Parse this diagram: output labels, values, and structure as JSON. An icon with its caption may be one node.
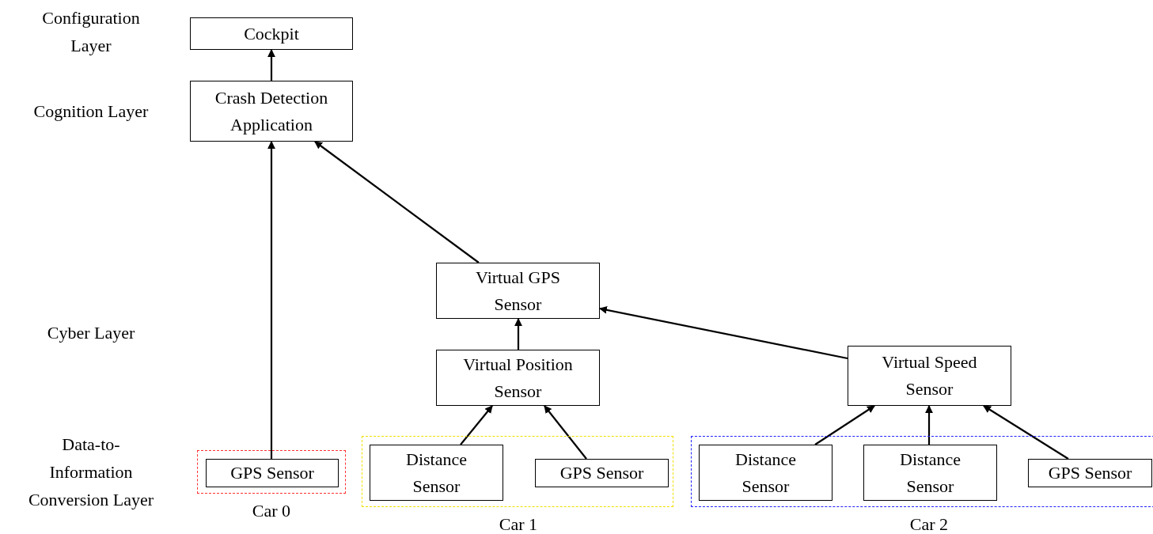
{
  "diagram": {
    "nodes": [
      {
        "text": [
          "Cockpit"
        ]
      },
      {
        "text": [
          "Crash Detection Application"
        ]
      },
      {
        "text": [
          "Virtual GPS Sensor"
        ]
      },
      {
        "text": [
          "Virtual Position Sensor"
        ]
      },
      {
        "text": [
          "Virtual Speed Sensor"
        ]
      },
      {
        "text": [],
        "shape": "box",
        "beside": [
          "Car 0"
        ]
      },
      {
        "text": [
          "GPS Sensor"
        ],
        "in": 5
      },
      {
        "text": [],
        "shape": "box",
        "beside": [
          "Car 1"
        ]
      },
      {
        "text": [
          "Distance Sensor"
        ],
        "in": 7
      },
      {
        "text": [
          "GPS Sensor"
        ],
        "in": 7
      },
      {
        "text": [],
        "shape": "box",
        "beside": [
          "Car 2"
        ]
      },
      {
        "text": [
          "Distance Sensor"
        ],
        "in": 10
      },
      {
        "text": [
          "Distance Sensor"
        ],
        "in": 10
      },
      {
        "text": [
          "GPS Sensor"
        ],
        "in": 10
      }
    ],
    "edges": [
      {
        "from": 1,
        "to": 0,
        "arrow": "to"
      },
      {
        "from": 6,
        "to": 1,
        "arrow": "to"
      },
      {
        "from": 2,
        "to": 1,
        "arrow": "to"
      },
      {
        "from": 4,
        "to": 2,
        "arrow": "to"
      },
      {
        "from": 3,
        "to": 2,
        "arrow": "to"
      },
      {
        "from": 8,
        "to": 3,
        "arrow": "to"
      },
      {
        "from": 9,
        "to": 3,
        "arrow": "to"
      },
      {
        "from": 11,
        "to": 4,
        "arrow": "to"
      },
      {
        "from": 12,
        "to": 4,
        "arrow": "to"
      },
      {
        "from": 13,
        "to": 4,
        "arrow": "to"
      }
    ],
    "labels": [
      "Configuration Layer",
      "Cognition Layer",
      "Cyber Layer",
      "Data-to-Information Conversion Layer"
    ]
  }
}
